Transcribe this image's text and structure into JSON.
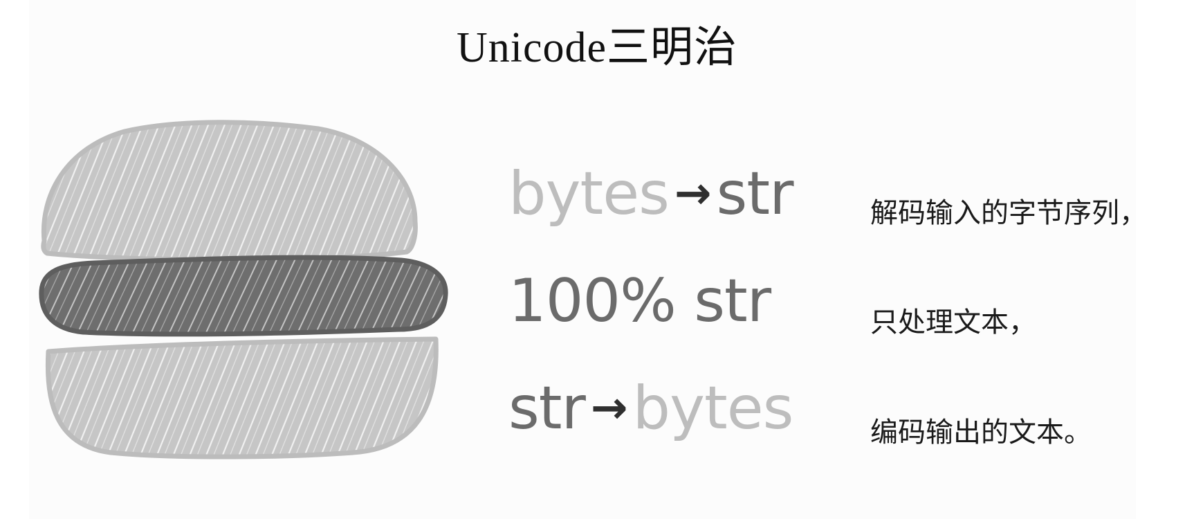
{
  "title": "Unicode三明治",
  "rows": [
    {
      "left": "bytes",
      "arrow": "→",
      "right": "str",
      "desc": "解码输入的字节序列，"
    },
    {
      "left": "100% str",
      "desc": "只处理文本，"
    },
    {
      "left": "str",
      "arrow": "→",
      "right": "bytes",
      "desc": "编码输出的文本。"
    }
  ],
  "colors": {
    "bun": "#c4c4c4",
    "filling": "#6e6e6e",
    "arrow": "#2f2f2f",
    "text": "#1a1a1a"
  }
}
